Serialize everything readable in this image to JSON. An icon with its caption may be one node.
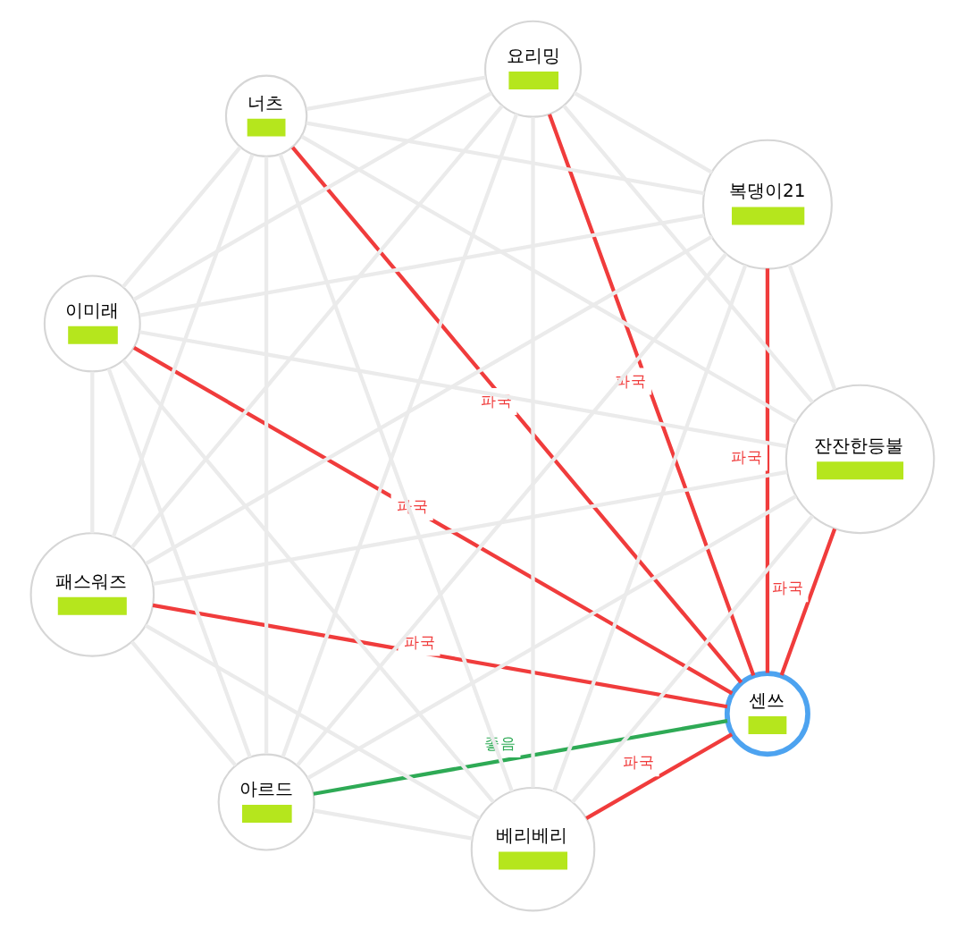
{
  "diagram": {
    "nodes": [
      {
        "text": [
          "센쓰"
        ]
      },
      {
        "text": [
          "잔잔한등불"
        ]
      },
      {
        "text": [
          "아르드"
        ]
      },
      {
        "text": [
          "패스워즈"
        ]
      },
      {
        "text": [
          "이미래"
        ]
      },
      {
        "text": [
          "너츠"
        ]
      },
      {
        "text": [
          "요리밍"
        ]
      },
      {
        "text": [
          "복댕이21"
        ]
      },
      {
        "text": [
          "베리베리"
        ]
      }
    ],
    "edges": [
      {
        "from": 1,
        "to": 2,
        "arrow": "none"
      },
      {
        "from": 1,
        "to": 3,
        "arrow": "none"
      },
      {
        "from": 1,
        "to": 4,
        "arrow": "none"
      },
      {
        "from": 1,
        "to": 5,
        "arrow": "none"
      },
      {
        "from": 1,
        "to": 6,
        "arrow": "none"
      },
      {
        "from": 1,
        "to": 7,
        "arrow": "none"
      },
      {
        "from": 1,
        "to": 8,
        "arrow": "none"
      },
      {
        "from": 2,
        "to": 3,
        "arrow": "none"
      },
      {
        "from": 2,
        "to": 4,
        "arrow": "none"
      },
      {
        "from": 2,
        "to": 5,
        "arrow": "none"
      },
      {
        "from": 2,
        "to": 6,
        "arrow": "none"
      },
      {
        "from": 2,
        "to": 7,
        "arrow": "none"
      },
      {
        "from": 2,
        "to": 8,
        "arrow": "none"
      },
      {
        "from": 3,
        "to": 4,
        "arrow": "none"
      },
      {
        "from": 3,
        "to": 5,
        "arrow": "none"
      },
      {
        "from": 3,
        "to": 6,
        "arrow": "none"
      },
      {
        "from": 3,
        "to": 7,
        "arrow": "none"
      },
      {
        "from": 3,
        "to": 8,
        "arrow": "none"
      },
      {
        "from": 4,
        "to": 5,
        "arrow": "none"
      },
      {
        "from": 4,
        "to": 6,
        "arrow": "none"
      },
      {
        "from": 4,
        "to": 7,
        "arrow": "none"
      },
      {
        "from": 4,
        "to": 8,
        "arrow": "none"
      },
      {
        "from": 5,
        "to": 6,
        "arrow": "none"
      },
      {
        "from": 5,
        "to": 7,
        "arrow": "none"
      },
      {
        "from": 5,
        "to": 8,
        "arrow": "none"
      },
      {
        "from": 6,
        "to": 7,
        "arrow": "none"
      },
      {
        "from": 6,
        "to": 8,
        "arrow": "none"
      },
      {
        "from": 7,
        "to": 8,
        "arrow": "none"
      },
      {
        "from": 0,
        "to": 1,
        "arrow": "none",
        "label": "파국",
        "color": "#f03c3c"
      },
      {
        "from": 0,
        "to": 2,
        "arrow": "none",
        "label": "좋음",
        "color": "#2eaa55"
      },
      {
        "from": 0,
        "to": 3,
        "arrow": "none",
        "label": "파국",
        "color": "#f03c3c"
      },
      {
        "from": 0,
        "to": 4,
        "arrow": "none",
        "label": "파국",
        "color": "#f03c3c"
      },
      {
        "from": 0,
        "to": 5,
        "arrow": "none",
        "label": "파국",
        "color": "#f03c3c"
      },
      {
        "from": 0,
        "to": 6,
        "arrow": "none",
        "label": "파국",
        "color": "#f03c3c"
      },
      {
        "from": 0,
        "to": 7,
        "arrow": "none",
        "label": "파국",
        "color": "#f03c3c"
      },
      {
        "from": 0,
        "to": 8,
        "arrow": "none",
        "label": "파국",
        "color": "#f03c3c"
      }
    ]
  }
}
